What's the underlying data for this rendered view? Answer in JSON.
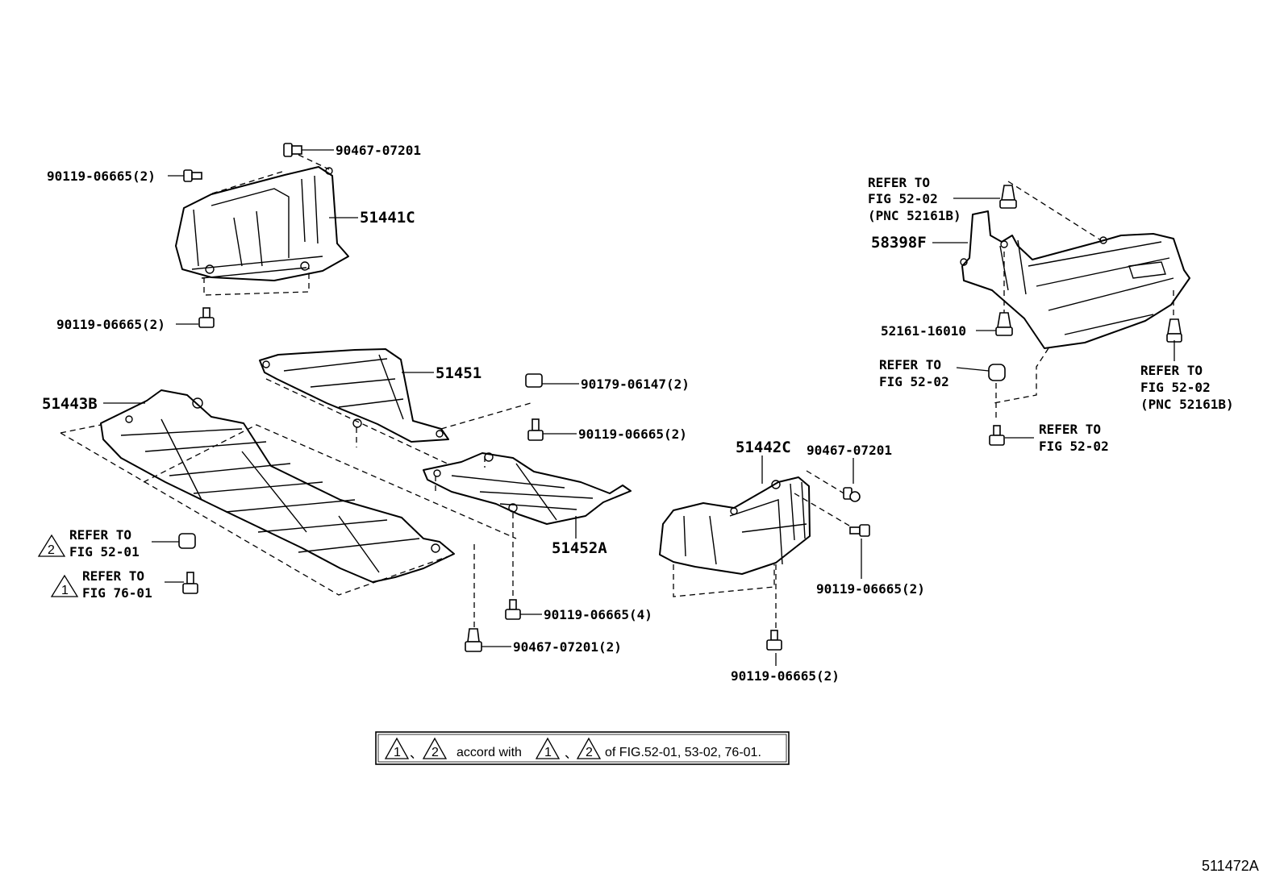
{
  "labels": {
    "p90467_07201_top": "90467-07201",
    "p90119_06665_2_topleft": "90119-06665(2)",
    "p51441C": "51441C",
    "p90119_06665_2_left": "90119-06665(2)",
    "p51451": "51451",
    "p90179_06147": "90179-06147(2)",
    "p51443B": "51443B",
    "p90119_06665_2_mid": "90119-06665(2)",
    "p51452A": "51452A",
    "p90119_06665_4": "90119-06665(4)",
    "p90467_07201_2": "90467-07201(2)",
    "p51442C": "51442C",
    "p90467_07201_mid": "90467-07201",
    "p90119_06665_2_right": "90119-06665(2)",
    "p90119_06665_2_bottom": "90119-06665(2)",
    "p58398F": "58398F",
    "p52161_16010": "52161-16010",
    "refer_to": "REFER TO",
    "fig_52_02": "FIG 52-02",
    "pnc_52161B": "(PNC 52161B)",
    "fig_52_01": "FIG 52-01",
    "fig_76_01": "FIG 76-01",
    "tri_1": "1",
    "tri_2": "2"
  },
  "note": {
    "separator": "、",
    "accord_with": "accord with",
    "of_figs": "of FIG.52-01, 53-02, 76-01."
  },
  "diagram_id": "511472A"
}
